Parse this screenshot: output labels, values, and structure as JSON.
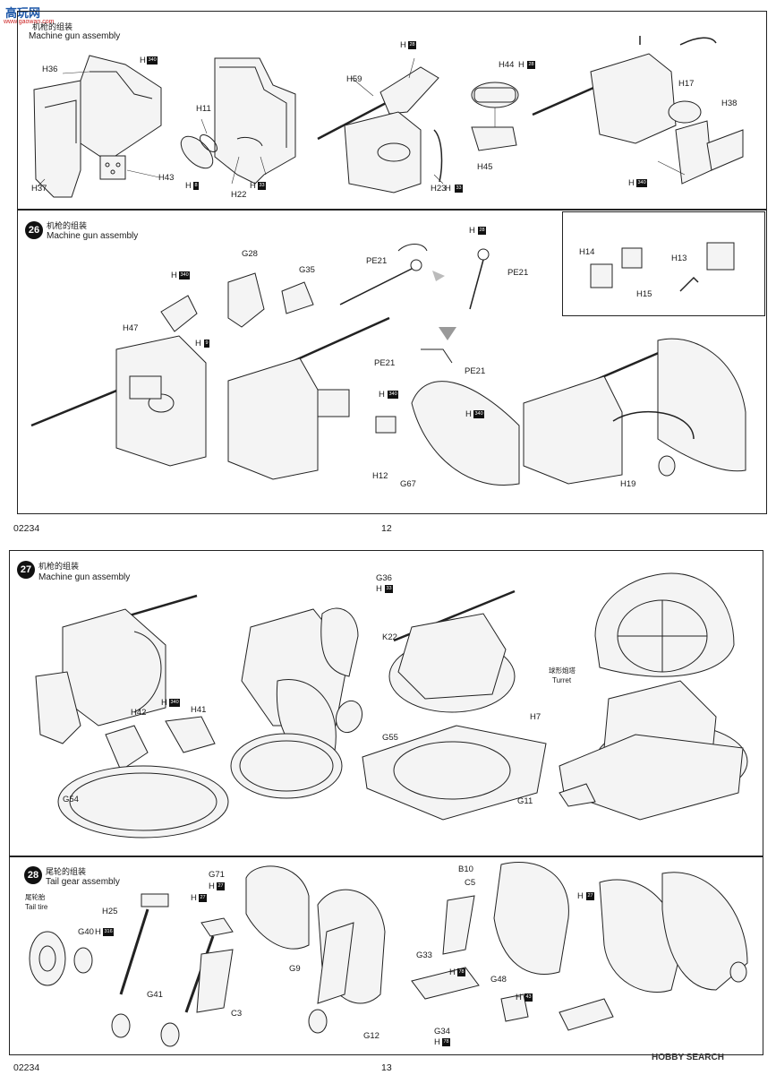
{
  "watermark_top": {
    "logo": "高玩网",
    "sub": "www.gaowan.com"
  },
  "page12": {
    "code": "02234",
    "number": "12",
    "step25": {
      "cn": "机枪的组装",
      "en": "Machine gun assembly"
    },
    "step26": {
      "number": "26",
      "cn": "机枪的组装",
      "en": "Machine gun assembly"
    },
    "labels25": [
      "H36",
      "H37",
      "H43",
      "H11",
      "H22",
      "H59",
      "H23",
      "H44",
      "H45",
      "H17",
      "H38"
    ],
    "labels26": [
      "H47",
      "G28",
      "G35",
      "PE21",
      "PE21",
      "PE21",
      "PE21",
      "H12",
      "G67",
      "H19",
      "H14",
      "H15",
      "H13"
    ],
    "tags": {
      "t340": "340",
      "t28": "28",
      "t8": "8",
      "t33": "33",
      "t9": "9"
    }
  },
  "page13": {
    "code": "02234",
    "number": "13",
    "step27": {
      "number": "27",
      "cn": "机枪的组装",
      "en": "Machine gun assembly"
    },
    "step28": {
      "number": "28",
      "cn": "尾轮的组装",
      "en": "Tail gear assembly"
    },
    "turret_cn": "球形炮塔",
    "turret_en": "Turret",
    "tail_tire_cn": "尾轮胎",
    "tail_tire_en": "Tail tire",
    "labels27": [
      "G36",
      "K22",
      "H42",
      "H41",
      "G54",
      "H7",
      "G55",
      "G11"
    ],
    "labels28": [
      "G71",
      "H25",
      "G40",
      "G41",
      "C3",
      "G9",
      "G12",
      "B10",
      "C5",
      "G33",
      "G48",
      "G34"
    ],
    "tags": {
      "t27": "27",
      "t316": "316",
      "t78": "78",
      "t43": "43",
      "t33": "33",
      "t340": "340"
    }
  },
  "watermark_bottom": "HOBBY SEARCH"
}
